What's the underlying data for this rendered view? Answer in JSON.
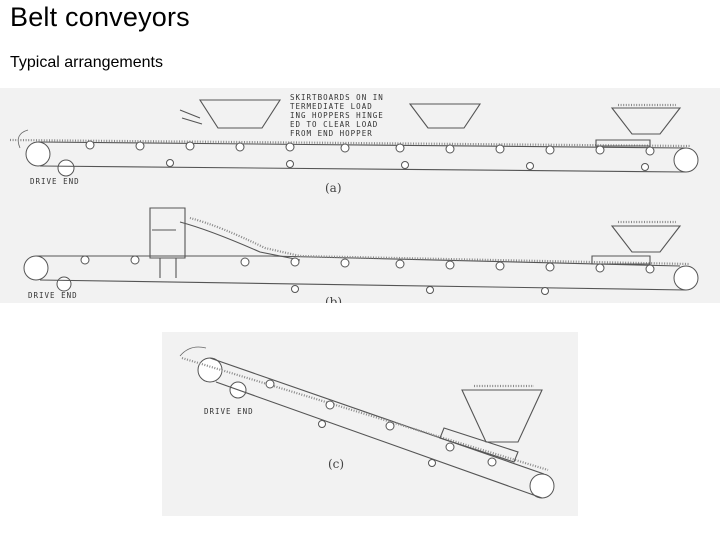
{
  "header": {
    "title": "Belt conveyors",
    "subtitle": "Typical arrangements"
  },
  "figure_a": {
    "caption": "(a)",
    "drive_label": "DRIVE END",
    "note_lines": [
      "SKIRTBOARDS ON IN",
      "TERMEDIATE LOAD",
      "ING HOPPERS HINGE",
      "ED TO CLEAR LOAD",
      "FROM END HOPPER"
    ]
  },
  "figure_b": {
    "caption": "(b)",
    "drive_label": "DRIVE END"
  },
  "figure_c": {
    "caption": "(c)",
    "drive_label": "DRIVE END"
  }
}
